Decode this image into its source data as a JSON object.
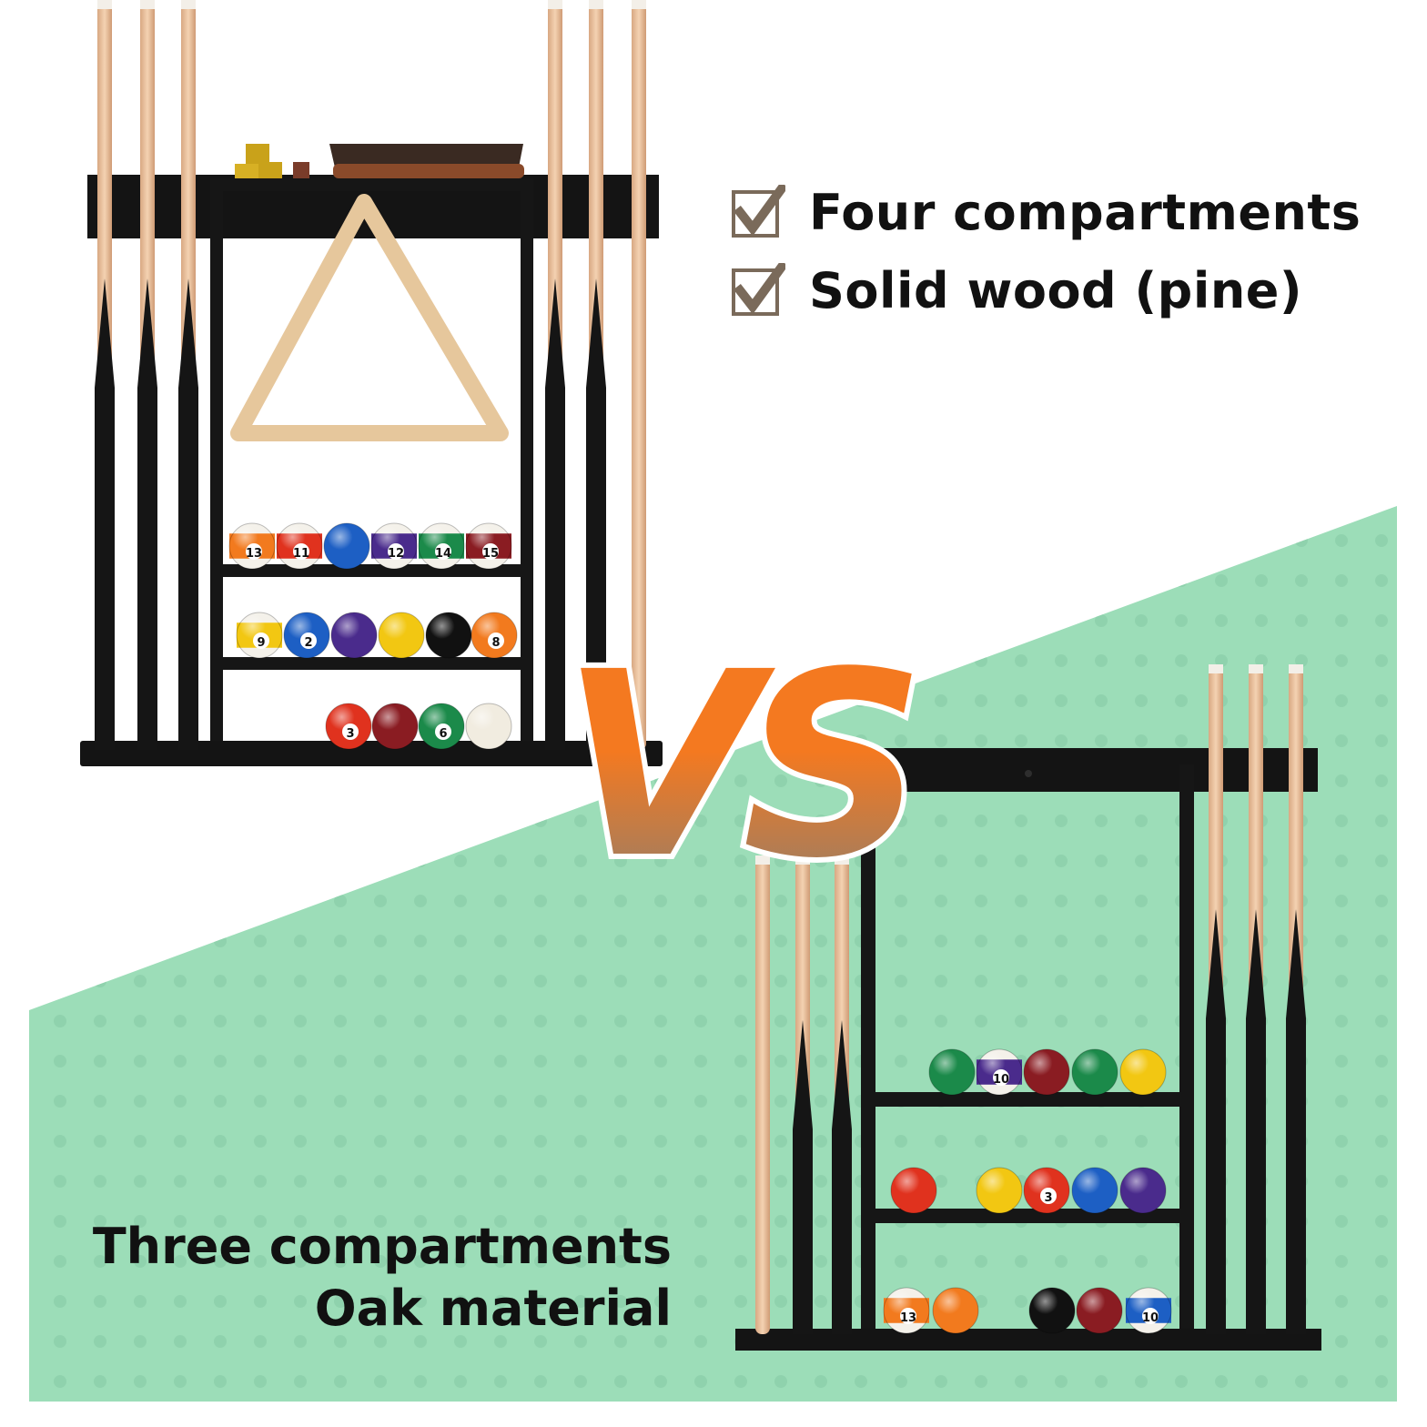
{
  "top_product": {
    "features": [
      "Four compartments",
      "Solid wood (pine)"
    ]
  },
  "vs_badge": {
    "text": "VS",
    "color_top": "#F47920",
    "color_bottom": "#8A7F72"
  },
  "bottom_product": {
    "features": [
      "Three compartments",
      "Oak material"
    ],
    "panel_color": "#9CDDB8"
  },
  "balls": {
    "top_rack": [
      [
        "13",
        "11",
        "",
        "12",
        "14",
        "15"
      ],
      [
        "9",
        "2",
        "",
        "",
        "",
        "8"
      ],
      [
        "3",
        "",
        "6",
        ""
      ]
    ],
    "bottom_rack": [
      [
        "",
        "10",
        "",
        "",
        ""
      ],
      [
        "",
        "",
        "3",
        "",
        ""
      ],
      [
        "13",
        "",
        "",
        "",
        "10"
      ]
    ]
  }
}
